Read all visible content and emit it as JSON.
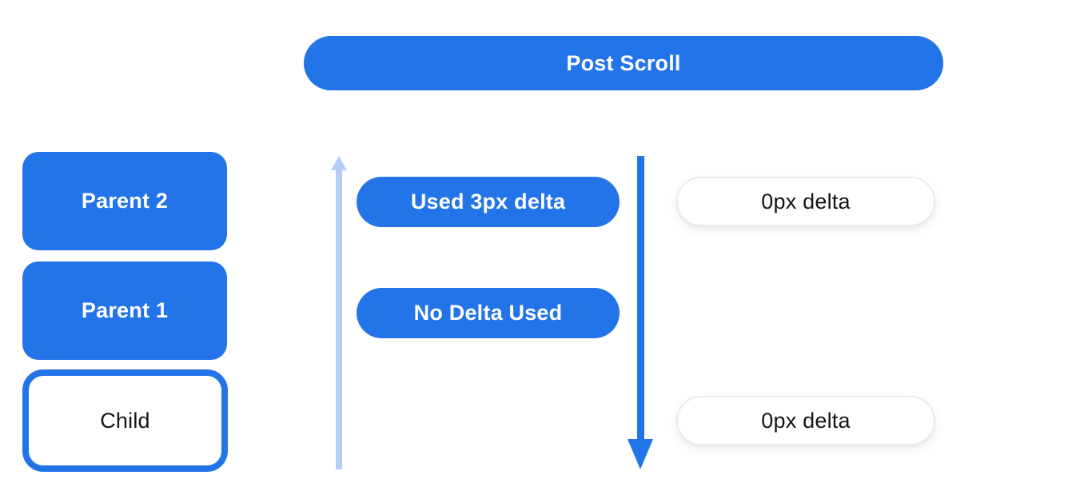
{
  "diagram": {
    "title": "Post Scroll",
    "left_column": {
      "parent2_label": "Parent 2",
      "parent1_label": "Parent 1",
      "child_label": "Child"
    },
    "scroll_track": {
      "consumed_pill_label": "Used 3px delta",
      "unconsumed_pill_label": "No Delta Used"
    },
    "results": {
      "top_delta_label": "0px delta",
      "bottom_delta_label": "0px delta"
    },
    "colors": {
      "primary_blue": "#2374e8",
      "light_blue": "#b6cdf5",
      "pill_border": "#ececec",
      "text_dark": "#141414",
      "text_light": "#ffffff",
      "background": "#ffffff"
    }
  }
}
